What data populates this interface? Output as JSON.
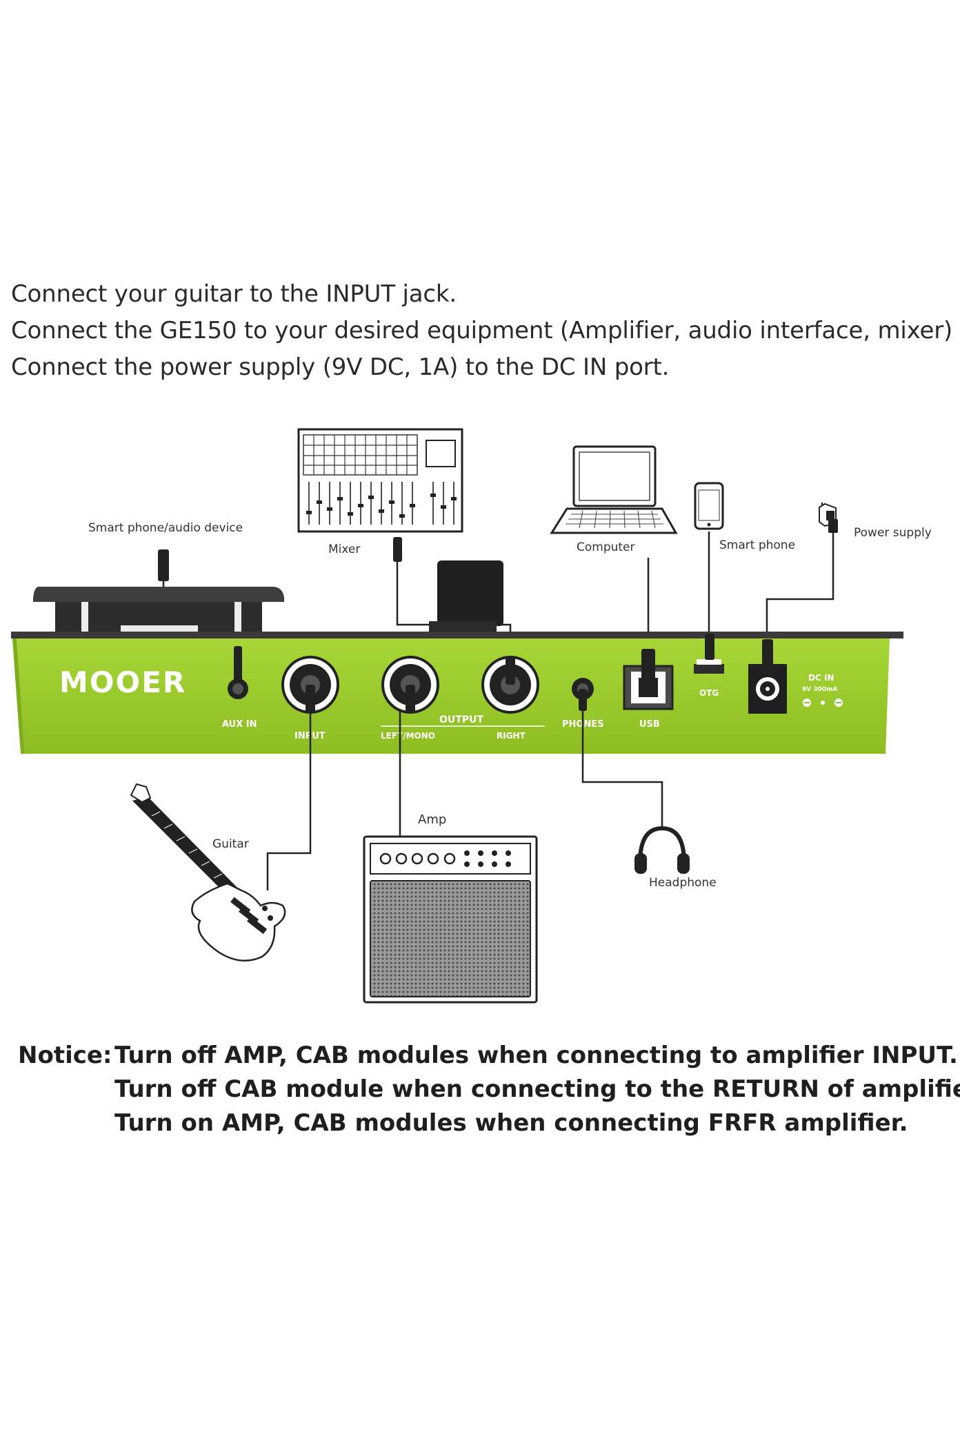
{
  "instructions": [
    "Connect your guitar to the INPUT jack.",
    "Connect the GE150 to your desired equipment (Amplifier, audio interface, mixer)",
    "Connect the power supply (9V DC, 1A) to the DC IN port."
  ],
  "diagram": {
    "brand": "MOOER",
    "devices": {
      "smartphone_audio": "Smart phone/audio device",
      "mixer": "Mixer",
      "computer": "Computer",
      "smartphone": "Smart phone",
      "power_supply": "Power supply",
      "guitar": "Guitar",
      "amp": "Amp",
      "headphone": "Headphone"
    },
    "ports": {
      "aux_in": "AUX IN",
      "input": "INPUT",
      "output": "OUTPUT",
      "left_mono": "LEFT/MONO",
      "right": "RIGHT",
      "phones": "PHONES",
      "usb": "USB",
      "otg": "OTG",
      "dc_in": "DC IN",
      "dc_spec": "9V 300mA"
    }
  },
  "notice": {
    "label": "Notice:",
    "lines": [
      "Turn off AMP, CAB modules when connecting to amplifier INPUT.",
      "Turn off CAB module when connecting to the RETURN of amplifier.",
      "Turn on AMP, CAB modules when connecting FRFR amplifier."
    ]
  },
  "colors": {
    "pedal_green": "#9ccc2e",
    "pedal_dark_green": "#7fae1c",
    "top_plate": "#3a3a3a",
    "text": "#2a2a2a"
  }
}
